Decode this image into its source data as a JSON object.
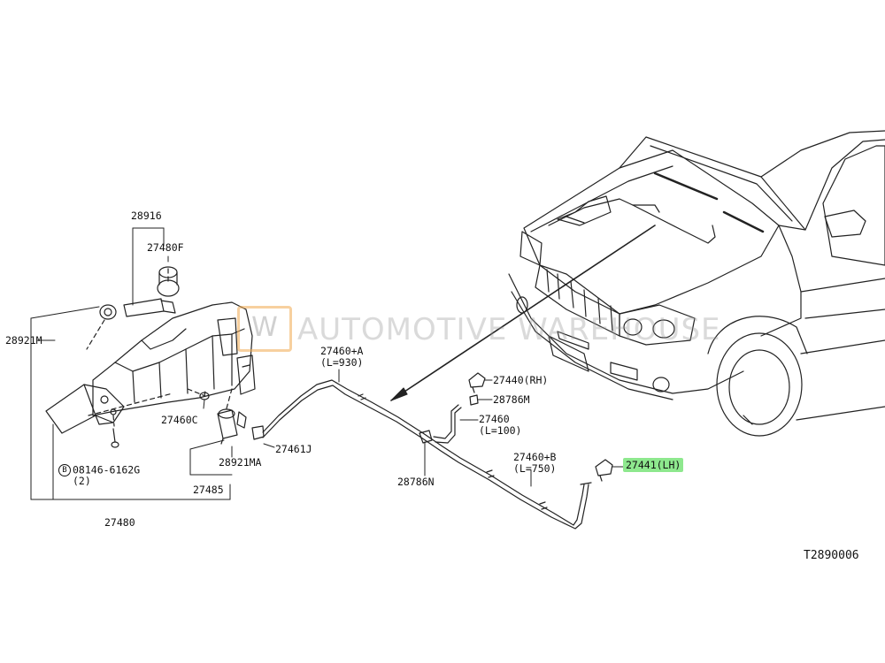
{
  "watermark": {
    "logo_text": "W",
    "text": "AUTOMOTIVE WAREHOUSE"
  },
  "diagram_id": "T2890006",
  "parts": {
    "p28916": "28916",
    "p27480F": "27480F",
    "p28921M": "28921M",
    "p27460A": "27460+A",
    "p27460A_len": "(L=930)",
    "p27440": "27440(RH)",
    "p28786M": "28786M",
    "p27460": "27460",
    "p27460_len": "(L=100)",
    "p27460C": "27460C",
    "p27461J": "27461J",
    "p28921MA": "28921MA",
    "p08146_mark": "B",
    "p08146": "08146-6162G",
    "p08146_qty": "(2)",
    "p27485": "27485",
    "p28786N": "28786N",
    "p27460B": "27460+B",
    "p27460B_len": "(L=750)",
    "p27441": "27441(LH)",
    "p27480": "27480"
  },
  "highlight": {
    "part": "27441(LH)",
    "color": "#8ee88e"
  }
}
